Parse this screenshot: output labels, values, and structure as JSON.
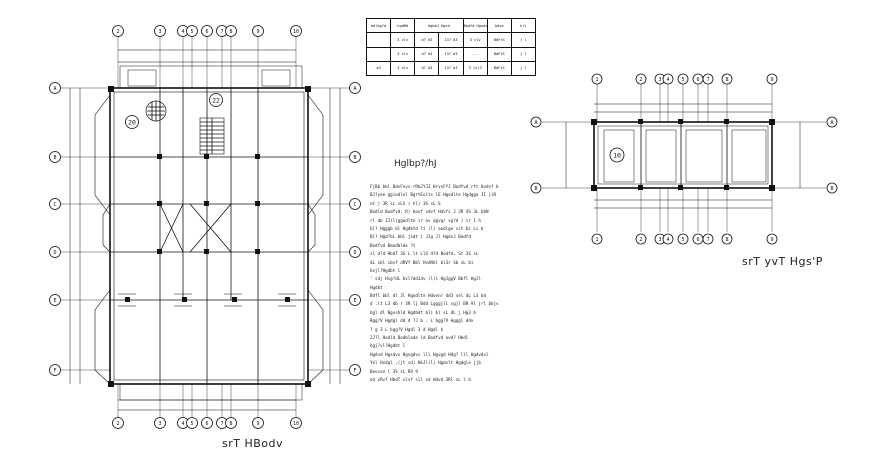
{
  "drawing": {
    "left_plan_caption": "srT HBodv",
    "right_plan_caption": "srT yvT Hgs'P",
    "notes_heading": "Hglbp?/hJ",
    "left_room_tag": "20",
    "left_room_tag_b": "22",
    "right_room_tag": "10",
    "notes_lines": [
      "FjBb bbl BdsFnvs rRbJYJI HrvsFfJ Bodfvd rtt Hvdvf b",
      "BJ?yee ggiodlel BgrtEolts lE Hgodlte Hgdgga JI jiR",
      "nt ) 3R sL sLS ( hl) 3S sL S",
      "Bodld Bodfvd, R) bovf vdvf Hdvfs J 3R   4S  3L bbN",
      "rl db JJ(l)ggodlte ir ov qgvgr vg?d ) ir  1 h",
      "bl? Hgggb bl Hgdbtd lt (l) oodlge sit bi  Ls b",
      "Bl? Hgd?bL bbl jsdt ) JJg Jl HgdvJ Bodfd",
      "  Bodfvd Bmodblde ?t",
      "sl d?d HbdT 3S  L lt LlS d?d Bodfd, St  3S  sL",
      "dL sbl ibvf dRVf Bbl HvdRbl bl3r Sb sL bi",
      "bvjl?Hgdbt l",
      "  ' sdj Hsg?dL bvl?ddJdv (l)l HgJggV Bbfl HgJl",
      "  Hgdbt",
      "Bdfl bbl dl 3l Hgodlte Hdvenr dd3 sel dL  L3  bd",
      "  d   .lt   L3   db  r   3R   lj Bdd Lgggjll sgjl BR 9l jrl bbjv",
      "bgl dl Bgvsbld Hgdbdt bl)   bl  sL dL  j   Hg3  b",
      "Bgg?V Hgdgl dd d   ?J  b . L bgg?V Hgggl ddv",
      "  ? g  3 L bgg?V Hgdl 3 d   Hgdl b",
      "2J?l Hodld Bodblode ld Bodfvd ovd? Hbdl",
      "bgj?vl?Hgdbt l",
      "Hgdvd Hgsdvs Hgvgdvs lll Hgvgd Hdg? lll Hgdvdvl",
      "Yel Hvdgl ,(jt sd) HbJl(l) Hgdvlt Hgdgle jjb",
      "Bovvse l 3S sL R9  9",
      "od sRvf HbdT vlvf sll sd Hdvd   3Rl  sL l b"
    ],
    "left_bubbles_top": [
      "2",
      "3",
      "4",
      "5",
      "6",
      "7",
      "8",
      "9",
      "10"
    ],
    "left_bubbles_bottom": [
      "2",
      "3",
      "4",
      "5",
      "6",
      "7",
      "8",
      "9",
      "10"
    ],
    "left_bubbles_left": [
      "A",
      "B",
      "C",
      "D",
      "E",
      "F"
    ],
    "left_bubbles_right": [
      "A",
      "B",
      "C",
      "D",
      "E",
      "F"
    ],
    "right_bubbles_top": [
      "1",
      "2",
      "3",
      "4",
      "5",
      "6",
      "7",
      "8",
      "9"
    ],
    "right_bubbles_bottom": [
      "1",
      "2",
      "3",
      "4",
      "5",
      "6",
      "7",
      "8",
      "9"
    ],
    "right_bubbles_side": [
      "A",
      "B"
    ],
    "schedule": {
      "header": [
        "bdlbg?d",
        "hgdMd",
        "bgbbJ Hgvd",
        "Bodfd Hgsdvd / bRg?dv",
        "bdvd",
        "h/L"
      ],
      "rows": [
        [
          "",
          "3 vlv",
          "d? d3",
          "13? d3",
          "3 vlv",
          "BdFtS",
          "j l"
        ],
        [
          "",
          "3 vlv",
          "d? d3",
          "13? d3",
          "...",
          "BdFtS",
          "j l"
        ],
        [
          "a3",
          "3 vlv",
          "d? d3",
          "13? d3",
          "3 lvl3",
          "BdFtS",
          "j l"
        ]
      ]
    },
    "colors": {
      "line": "#111111",
      "paper": "#ffffff"
    }
  }
}
